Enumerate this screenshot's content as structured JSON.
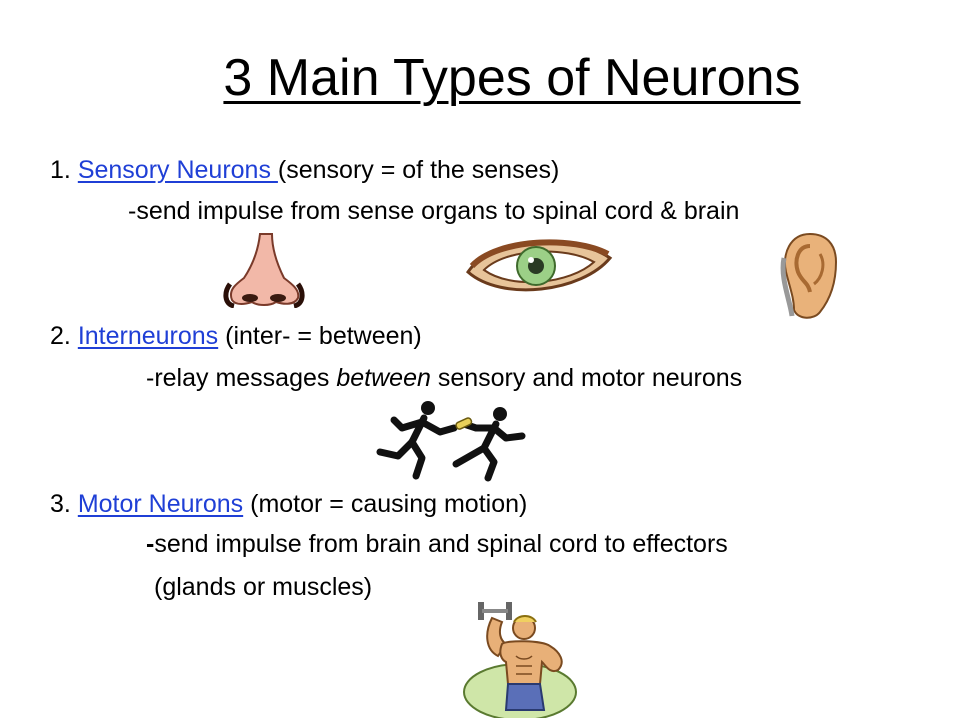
{
  "title": "3 Main Types of Neurons",
  "sections": [
    {
      "number": "1.",
      "term": "Sensory Neurons ",
      "definition": "(sensory = of the senses)",
      "detail": "-send impulse from sense organs to spinal cord & brain"
    },
    {
      "number": "2.",
      "term": "Interneurons",
      "definition": "(inter- = between)",
      "detail_pre": "-relay messages ",
      "detail_em": "between",
      "detail_post": " sensory and motor neurons"
    },
    {
      "number": "3.",
      "term": "Motor Neurons",
      "definition": "(motor = causing motion)",
      "detail_dash": "-",
      "detail": "send impulse from brain and spinal cord to effectors",
      "detail_2": "(glands or muscles)"
    }
  ],
  "clipart": [
    "nose-icon",
    "eye-icon",
    "ear-icon",
    "relay-runners-icon",
    "bodybuilder-icon"
  ],
  "colors": {
    "link": "#1f3fd6",
    "text": "#000000",
    "background": "#ffffff"
  }
}
